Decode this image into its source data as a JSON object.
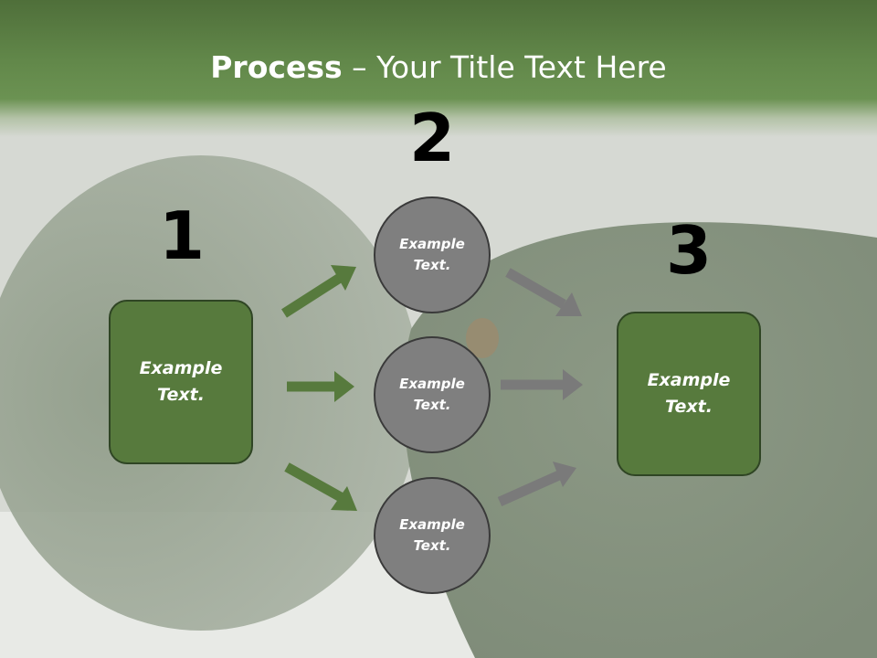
{
  "slide": {
    "title_bold": "Process",
    "title_rest": " – Your Title Text Here",
    "stages": [
      {
        "number": "1"
      },
      {
        "number": "2"
      },
      {
        "number": "3"
      }
    ],
    "left_box": "Example Text.",
    "right_box": "Example Text.",
    "circles": [
      "Example Text.",
      "Example Text.",
      "Example Text."
    ]
  },
  "colors": {
    "green": "#577a3d",
    "gray": "#7f7f7f",
    "title_band": "#62884a"
  }
}
